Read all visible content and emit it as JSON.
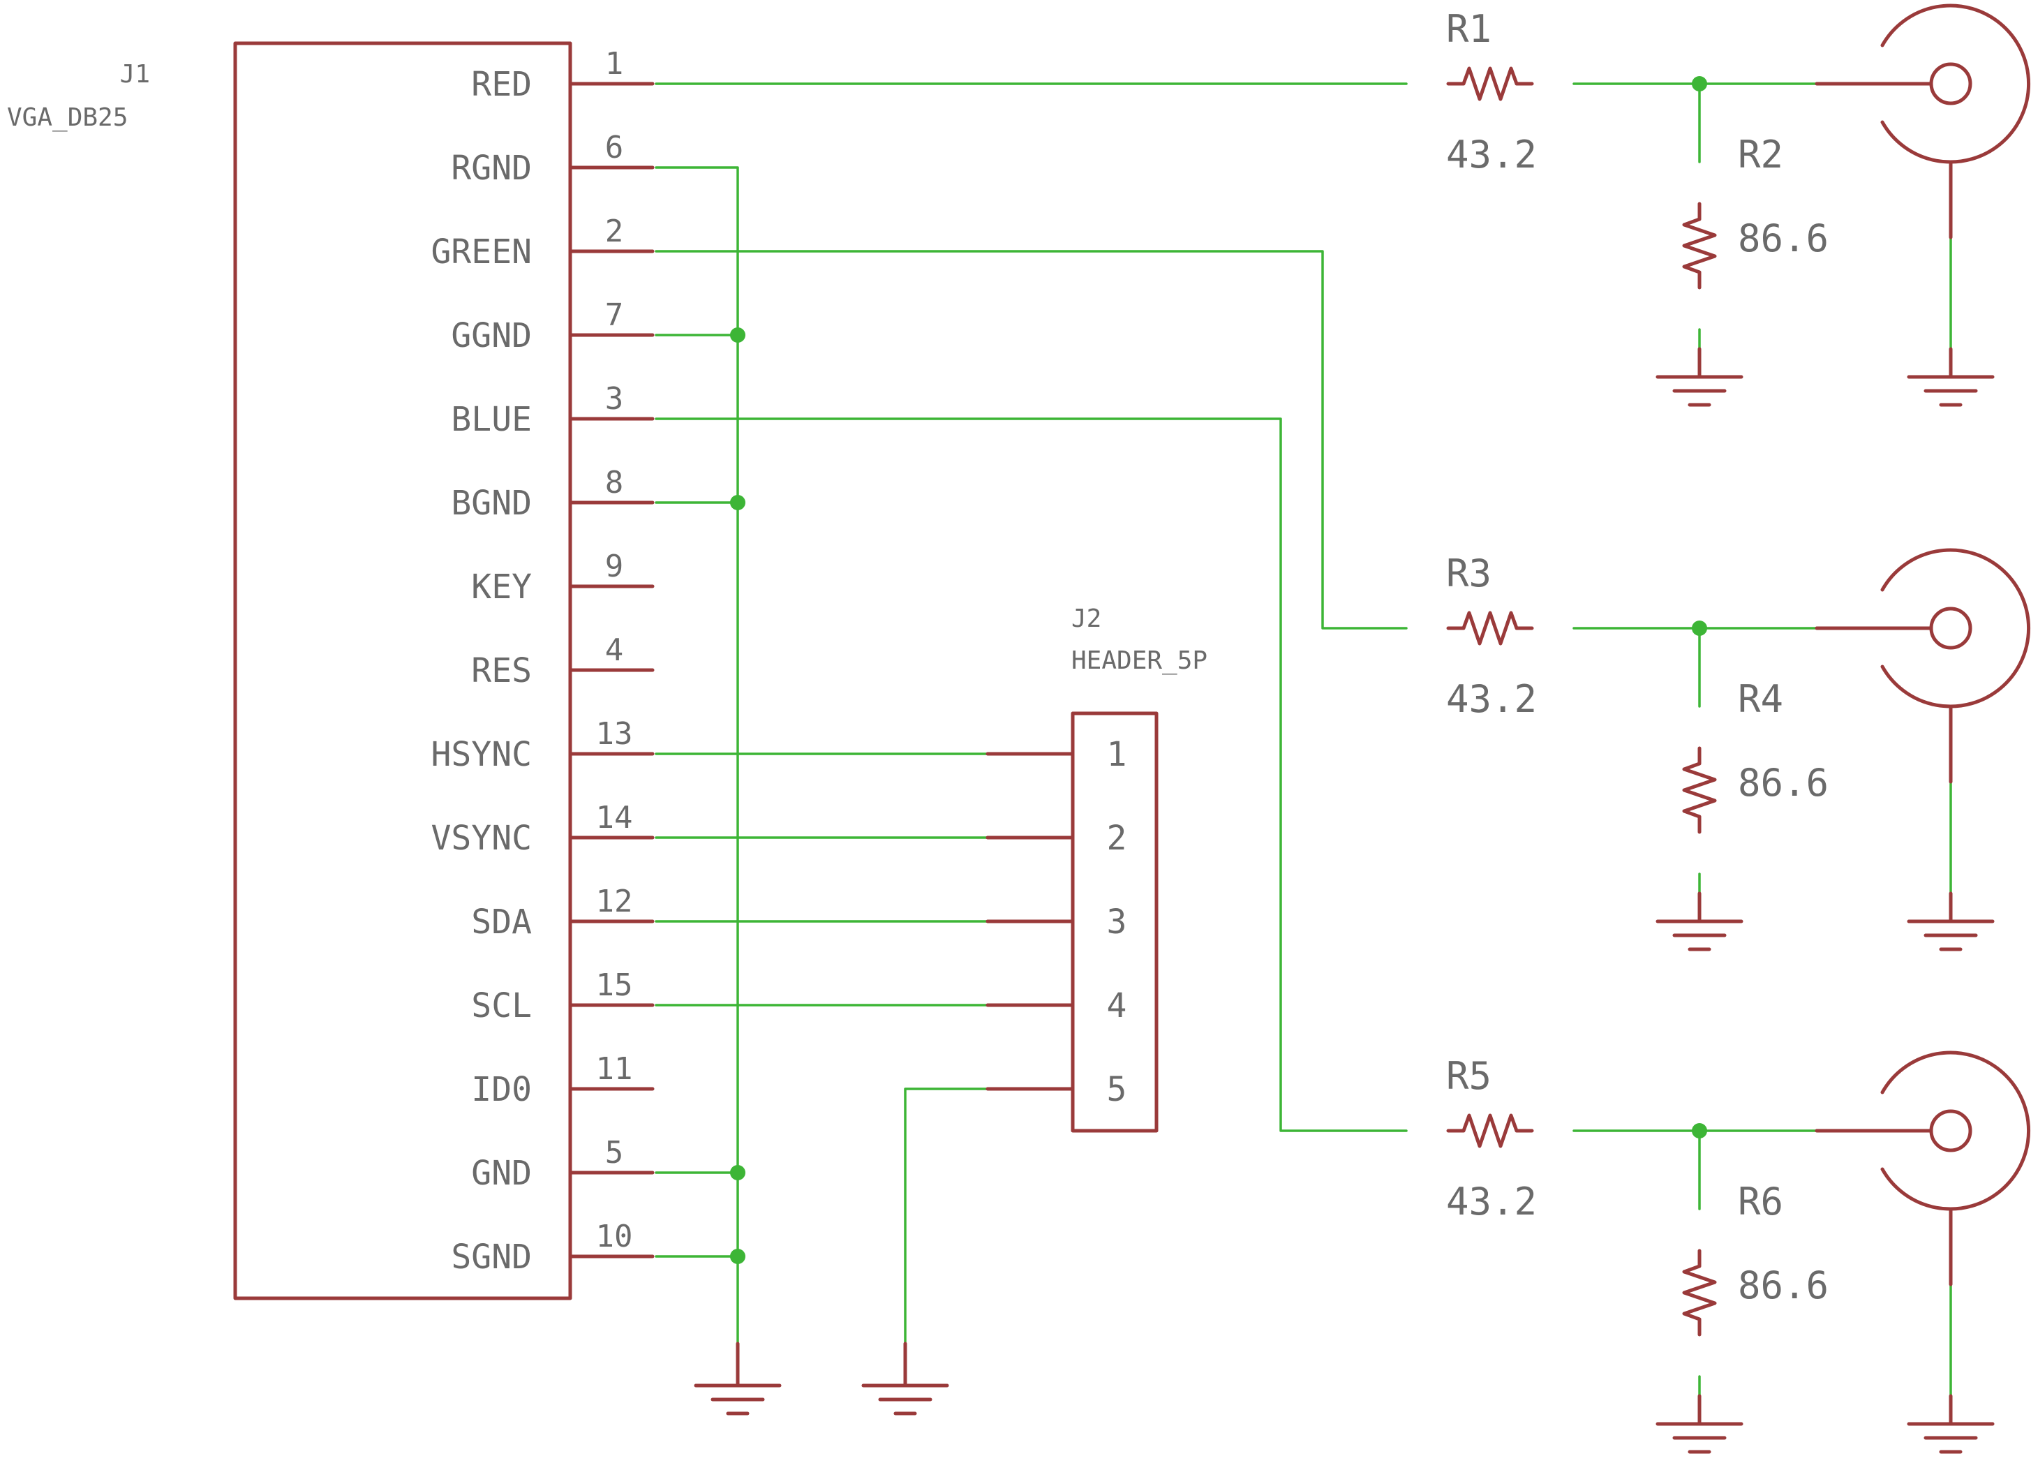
{
  "j1": {
    "ref": "J1",
    "value": "VGA_DB25",
    "pins": [
      {
        "name": "RED",
        "num": "1"
      },
      {
        "name": "RGND",
        "num": "6"
      },
      {
        "name": "GREEN",
        "num": "2"
      },
      {
        "name": "GGND",
        "num": "7"
      },
      {
        "name": "BLUE",
        "num": "3"
      },
      {
        "name": "BGND",
        "num": "8"
      },
      {
        "name": "KEY",
        "num": "9"
      },
      {
        "name": "RES",
        "num": "4"
      },
      {
        "name": "HSYNC",
        "num": "13"
      },
      {
        "name": "VSYNC",
        "num": "14"
      },
      {
        "name": "SDA",
        "num": "12"
      },
      {
        "name": "SCL",
        "num": "15"
      },
      {
        "name": "ID0",
        "num": "11"
      },
      {
        "name": "GND",
        "num": "5"
      },
      {
        "name": "SGND",
        "num": "10"
      }
    ]
  },
  "j2": {
    "ref": "J2",
    "value": "HEADER_5P",
    "pins": [
      "1",
      "2",
      "3",
      "4",
      "5"
    ]
  },
  "resistors": {
    "r1": {
      "ref": "R1",
      "value": "43.2"
    },
    "r2": {
      "ref": "R2",
      "value": "86.6"
    },
    "r3": {
      "ref": "R3",
      "value": "43.2"
    },
    "r4": {
      "ref": "R4",
      "value": "86.6"
    },
    "r5": {
      "ref": "R5",
      "value": "43.2"
    },
    "r6": {
      "ref": "R6",
      "value": "86.6"
    }
  },
  "colors": {
    "symbol": "#9a3a3a",
    "wire": "#3db536",
    "text": "#6a6a6a"
  }
}
